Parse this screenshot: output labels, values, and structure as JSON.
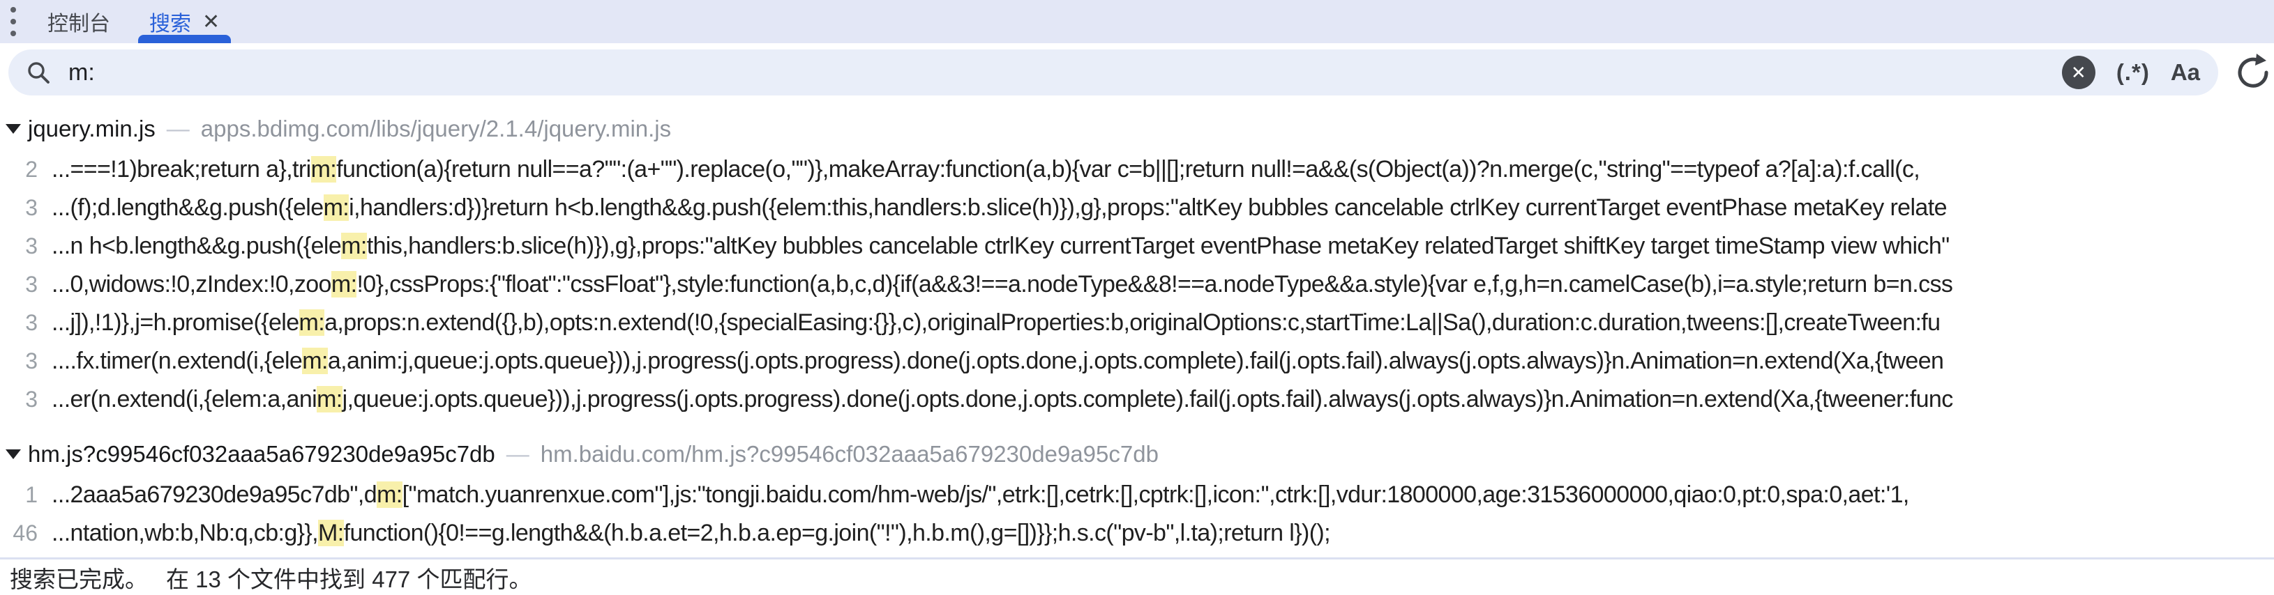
{
  "tabs": {
    "console_label": "控制台",
    "search_label": "搜索",
    "close_glyph": "✕"
  },
  "search": {
    "query": "m:",
    "regex_icon_label": "(.*)",
    "case_icon_label": "Aa"
  },
  "files": [
    {
      "name": "jquery.min.js",
      "dash": "—",
      "url": "apps.bdimg.com/libs/jquery/2.1.4/jquery.min.js",
      "lines": [
        {
          "num": "2",
          "pre": "...===!1)break;return a},tri",
          "match": "m:",
          "post": "function(a){return null==a?\"\":(a+\"\").replace(o,\"\")},makeArray:function(a,b){var c=b||[];return null!=a&&(s(Object(a))?n.merge(c,\"string\"==typeof a?[a]:a):f.call(c,"
        },
        {
          "num": "3",
          "pre": "...(f);d.length&&g.push({ele",
          "match": "m:",
          "post": "i,handlers:d})}return h<b.length&&g.push({elem:this,handlers:b.slice(h)}),g},props:\"altKey bubbles cancelable ctrlKey currentTarget eventPhase metaKey relate"
        },
        {
          "num": "3",
          "pre": "...n h<b.length&&g.push({ele",
          "match": "m:",
          "post": "this,handlers:b.slice(h)}),g},props:\"altKey bubbles cancelable ctrlKey currentTarget eventPhase metaKey relatedTarget shiftKey target timeStamp view which\""
        },
        {
          "num": "3",
          "pre": "...0,widows:!0,zIndex:!0,zoo",
          "match": "m:",
          "post": "!0},cssProps:{\"float\":\"cssFloat\"},style:function(a,b,c,d){if(a&&3!==a.nodeType&&8!==a.nodeType&&a.style){var e,f,g,h=n.camelCase(b),i=a.style;return b=n.css"
        },
        {
          "num": "3",
          "pre": "...j]),!1)},j=h.promise({ele",
          "match": "m:",
          "post": "a,props:n.extend({},b),opts:n.extend(!0,{specialEasing:{}},c),originalProperties:b,originalOptions:c,startTime:La||Sa(),duration:c.duration,tweens:[],createTween:fu"
        },
        {
          "num": "3",
          "pre": "....fx.timer(n.extend(i,{ele",
          "match": "m:",
          "post": "a,anim:j,queue:j.opts.queue})),j.progress(j.opts.progress).done(j.opts.done,j.opts.complete).fail(j.opts.fail).always(j.opts.always)}n.Animation=n.extend(Xa,{tween"
        },
        {
          "num": "3",
          "pre": "...er(n.extend(i,{elem:a,ani",
          "match": "m:",
          "post": "j,queue:j.opts.queue})),j.progress(j.opts.progress).done(j.opts.done,j.opts.complete).fail(j.opts.fail).always(j.opts.always)}n.Animation=n.extend(Xa,{tweener:func"
        }
      ]
    },
    {
      "name": "hm.js?c99546cf032aaa5a679230de9a95c7db",
      "dash": "—",
      "url": "hm.baidu.com/hm.js?c99546cf032aaa5a679230de9a95c7db",
      "lines": [
        {
          "num": "1",
          "pre": "...2aaa5a679230de9a95c7db\",d",
          "match": "m:",
          "post": "[\"match.yuanrenxue.com\"],js:\"tongji.baidu.com/hm-web/js/\",etrk:[],cetrk:[],cptrk:[],icon:'',ctrk:[],vdur:1800000,age:31536000000,qiao:0,pt:0,spa:0,aet:'1,"
        },
        {
          "num": "46",
          "pre": "...ntation,wb:b,Nb:q,cb:g}},",
          "match": "M:",
          "post": "function(){0!==g.length&&(h.b.a.et=2,h.b.a.ep=g.join(\"!\"),h.b.m(),g=[])}};h.s.c(\"pv-b\",l.ta);return l})();"
        }
      ]
    }
  ],
  "status": {
    "done": "搜索已完成。",
    "summary": "在 13 个文件中找到 477 个匹配行。"
  },
  "colors": {
    "accent_blue": "#2a61d9",
    "match_highlight": "#f8f0ab",
    "toolbar_bg": "#e3e7f6",
    "pill_bg": "#e9eef9"
  }
}
